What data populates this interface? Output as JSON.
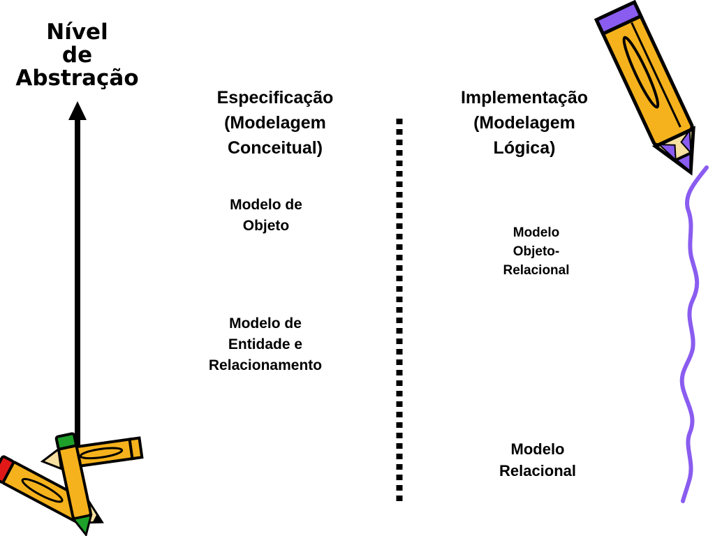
{
  "axis_label": "Nível\nde\nAbstração",
  "columns": {
    "specification": {
      "heading": "Especificação\n(Modelagem\nConceitual)",
      "models": [
        "Modelo de\nObjeto",
        "Modelo de\nEntidade e\nRelacionamento"
      ]
    },
    "implementation": {
      "heading": "Implementação\n(Modelagem\nLógica)",
      "models": [
        "Modelo\nObjeto-\nRelacional",
        "Modelo\nRelacional"
      ]
    }
  },
  "colors": {
    "text": "#000000",
    "pencil_body": "#f5b21c",
    "pencil_tip": "#8a5cf0",
    "pencil_eraser_red": "#e01818",
    "pencil_eraser_green": "#1ea02a",
    "squiggle": "#8a5cf0"
  },
  "icons": [
    "pencil-icon",
    "crossed-pencils-icon",
    "up-arrow-icon",
    "squiggle-line"
  ]
}
